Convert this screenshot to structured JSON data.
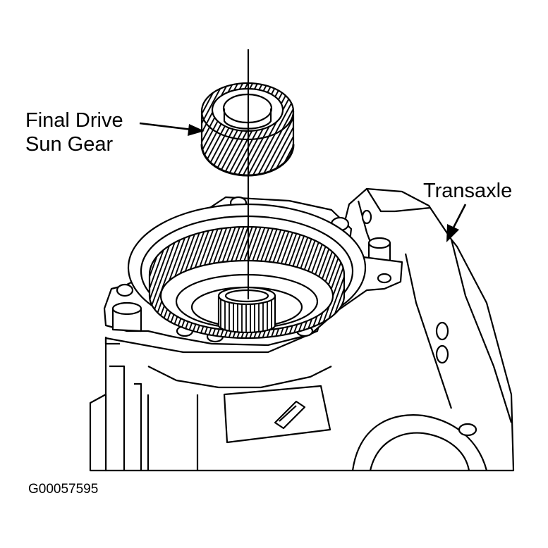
{
  "labels": {
    "sun_gear_line1": "Final Drive",
    "sun_gear_line2": "Sun Gear",
    "transaxle": "Transaxle"
  },
  "figure_code": "G00057595",
  "colors": {
    "ink": "#000000",
    "paper": "#ffffff",
    "shade": "#e6e6e6"
  }
}
